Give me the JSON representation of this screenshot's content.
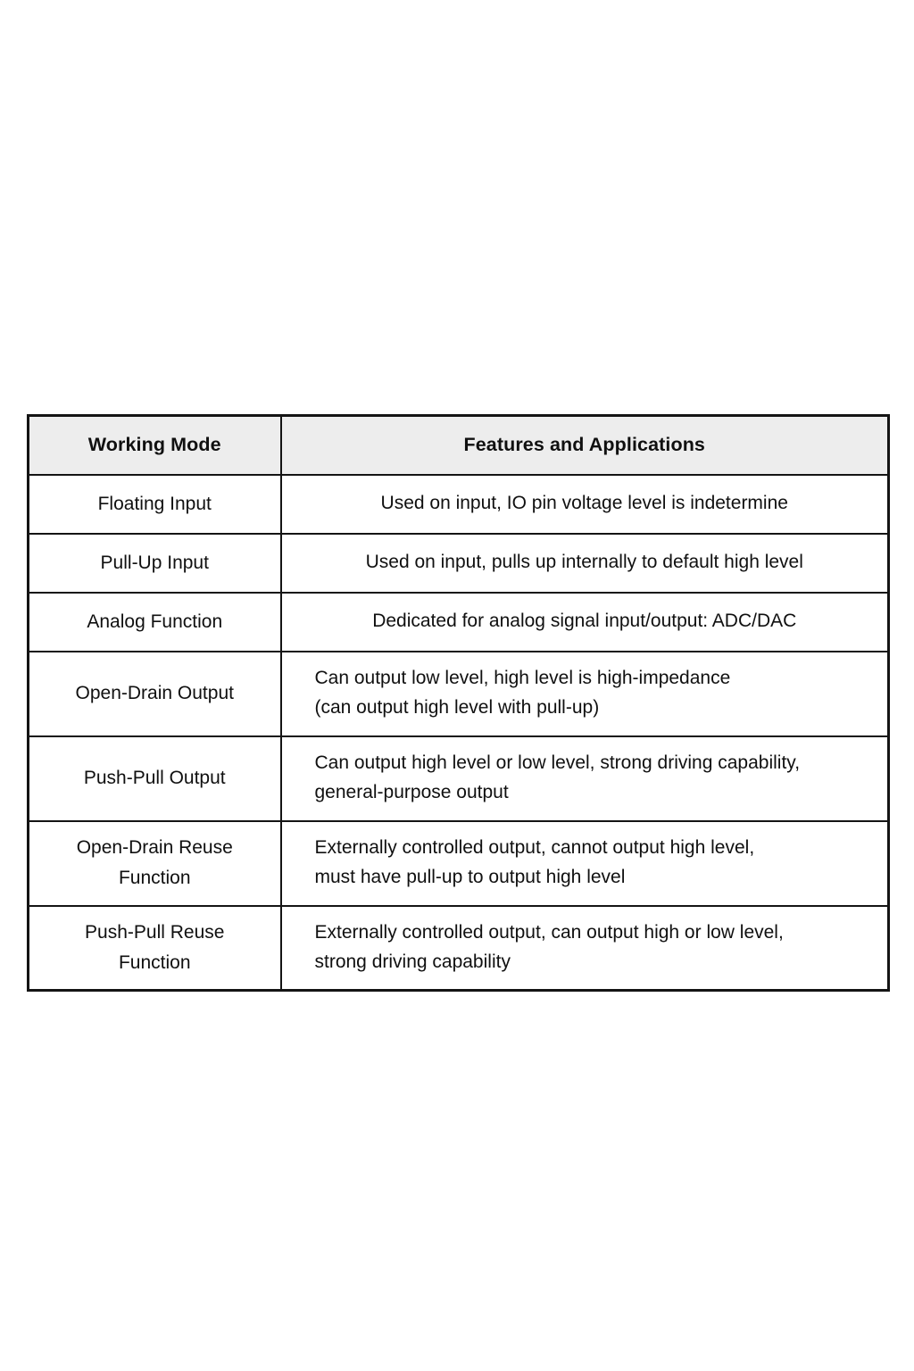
{
  "table": {
    "colors": {
      "header_bg": "#ededed",
      "border": "#141414",
      "text": "#101010",
      "page_bg": "#ffffff"
    },
    "headers": [
      "Working Mode",
      "Features and Applications"
    ],
    "rows": [
      {
        "mode": "Floating Input",
        "align": "center",
        "features": [
          "Used on input, IO pin voltage level is indetermine"
        ]
      },
      {
        "mode": "Pull-Up Input",
        "align": "center",
        "features": [
          "Used on input, pulls up internally to default high level"
        ]
      },
      {
        "mode": "Analog Function",
        "align": "center",
        "features": [
          "Dedicated for analog signal input/output: ADC/DAC"
        ]
      },
      {
        "mode": "Open-Drain Output",
        "align": "left",
        "features": [
          "Can output low level, high level is high-impedance",
          "(can output high level with pull-up)"
        ]
      },
      {
        "mode": "Push-Pull Output",
        "align": "left",
        "features": [
          "Can output high level or low level, strong driving capability,",
          "general-purpose output"
        ]
      },
      {
        "mode": "Open-Drain Reuse Function",
        "align": "left",
        "features": [
          "Externally controlled output, cannot output high level,",
          "must have pull-up to output high level"
        ]
      },
      {
        "mode": "Push-Pull Reuse Function",
        "align": "left",
        "features": [
          "Externally controlled output, can output high or low level,",
          "strong driving capability"
        ]
      }
    ]
  }
}
